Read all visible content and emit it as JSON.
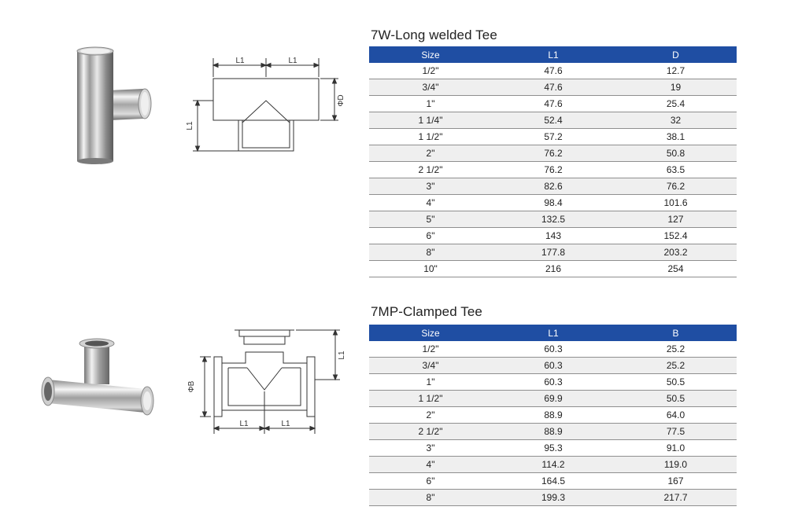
{
  "welded": {
    "title": "7W-Long welded Tee",
    "drawing": {
      "dim_l1_left": "L1",
      "dim_l1_right": "L1",
      "dim_d": "ΦD",
      "dim_l1_side": "L1"
    },
    "headers": [
      "Size",
      "L1",
      "D"
    ],
    "rows": [
      [
        "1/2\"",
        "47.6",
        "12.7"
      ],
      [
        "3/4\"",
        "47.6",
        "19"
      ],
      [
        "1\"",
        "47.6",
        "25.4"
      ],
      [
        "1 1/4\"",
        "52.4",
        "32"
      ],
      [
        "1 1/2\"",
        "57.2",
        "38.1"
      ],
      [
        "2\"",
        "76.2",
        "50.8"
      ],
      [
        "2 1/2\"",
        "76.2",
        "63.5"
      ],
      [
        "3\"",
        "82.6",
        "76.2"
      ],
      [
        "4\"",
        "98.4",
        "101.6"
      ],
      [
        "5\"",
        "132.5",
        "127"
      ],
      [
        "6\"",
        "143",
        "152.4"
      ],
      [
        "8\"",
        "177.8",
        "203.2"
      ],
      [
        "10\"",
        "216",
        "254"
      ]
    ]
  },
  "clamped": {
    "title": "7MP-Clamped Tee",
    "drawing": {
      "dim_b": "ΦB",
      "dim_l1_side": "L1",
      "dim_l1_left": "L1",
      "dim_l1_right": "L1"
    },
    "headers": [
      "Size",
      "L1",
      "B"
    ],
    "rows": [
      [
        "1/2\"",
        "60.3",
        "25.2"
      ],
      [
        "3/4\"",
        "60.3",
        "25.2"
      ],
      [
        "1\"",
        "60.3",
        "50.5"
      ],
      [
        "1 1/2\"",
        "69.9",
        "50.5"
      ],
      [
        "2\"",
        "88.9",
        "64.0"
      ],
      [
        "2 1/2\"",
        "88.9",
        "77.5"
      ],
      [
        "3\"",
        "95.3",
        "91.0"
      ],
      [
        "4\"",
        "114.2",
        "119.0"
      ],
      [
        "6\"",
        "164.5",
        "167"
      ],
      [
        "8\"",
        "199.3",
        "217.7"
      ]
    ]
  }
}
